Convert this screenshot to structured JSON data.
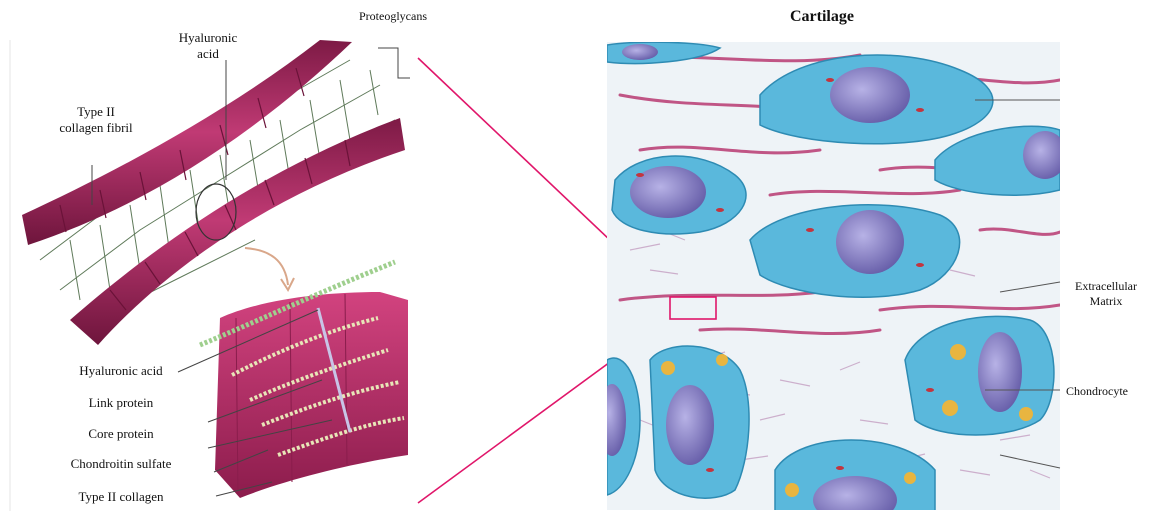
{
  "labels": {
    "proteoglycans": "Proteoglycans",
    "hyaluronic_acid_top_1": "Hyaluronic",
    "hyaluronic_acid_top_2": "acid",
    "type2_fibril_1": "Type II",
    "type2_fibril_2": "collagen fibril",
    "hyaluronic_acid": "Hyaluronic acid",
    "link_protein": "Link protein",
    "core_protein": "Core protein",
    "chondroitin_sulfate": "Chondroitin sulfate",
    "type2_collagen": "Type II collagen",
    "cartilage_title": "Cartilage",
    "extracellular_1": "Extracellular",
    "extracellular_2": "Matrix",
    "chondrocyte": "Chondrocyte"
  },
  "colors": {
    "collagen": "#a8235a",
    "collagen_band": "#7d1a45",
    "matrix_bg": "#eef3f7",
    "cell_cyan": "#5ab8dc",
    "nucleus": "#7b6fb8",
    "zoom_line": "#e0166a"
  }
}
